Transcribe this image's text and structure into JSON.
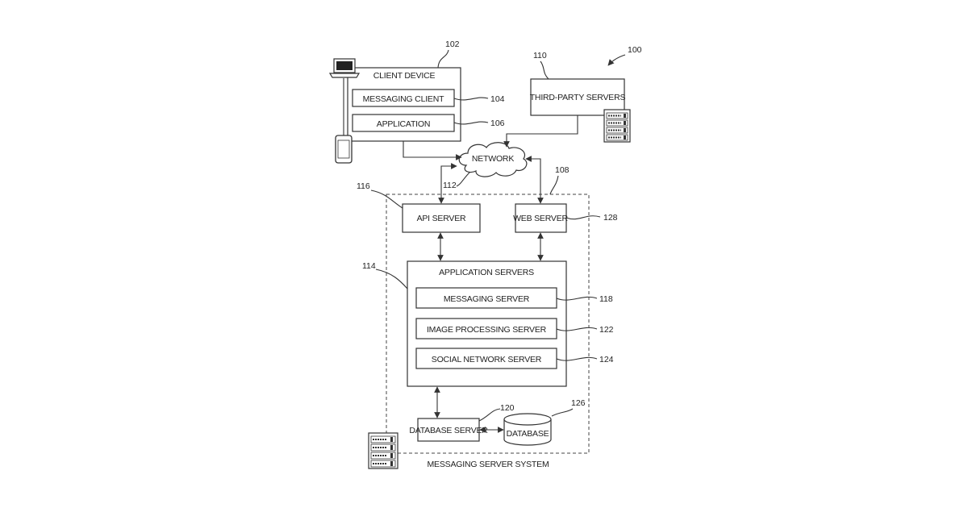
{
  "figure_number": "100",
  "client_device": {
    "ref": "102",
    "title": "CLIENT DEVICE",
    "messaging_client": {
      "label": "MESSAGING CLIENT",
      "ref": "104"
    },
    "application": {
      "label": "APPLICATION",
      "ref": "106"
    }
  },
  "third_party": {
    "label": "THIRD-PARTY SERVERS",
    "ref": "110"
  },
  "network": {
    "label": "NETWORK",
    "ref": "112"
  },
  "messaging_server_system": {
    "label": "MESSAGING SERVER SYSTEM",
    "ref": "108",
    "api_server": {
      "label": "API SERVER",
      "ref": "116"
    },
    "web_server": {
      "label": "WEB SERVER",
      "ref": "128"
    },
    "application_servers": {
      "title": "APPLICATION SERVERS",
      "ref": "114",
      "messaging_server": {
        "label": "MESSAGING SERVER",
        "ref": "118"
      },
      "image_processing_server": {
        "label": "IMAGE PROCESSING SERVER",
        "ref": "122"
      },
      "social_network_server": {
        "label": "SOCIAL NETWORK SERVER",
        "ref": "124"
      }
    },
    "database_server": {
      "label": "DATABASE SERVER",
      "ref": "120"
    },
    "database": {
      "label": "DATABASE",
      "ref": "126"
    }
  }
}
